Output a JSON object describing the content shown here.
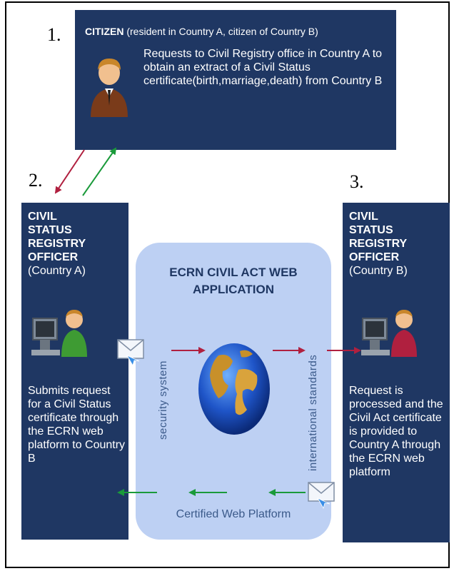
{
  "step_numbers": [
    "1.",
    "2.",
    "3."
  ],
  "citizen": {
    "title": "CITIZEN",
    "subtitle": "(resident in Country A, citizen of Country B)",
    "description": "Requests  to Civil Registry office in Country A to obtain an extract of a Civil Status certificate(birth,marriage,death) from Country B"
  },
  "officer_a": {
    "title_lines": [
      "CIVIL",
      "STATUS",
      "REGISTRY",
      "OFFICER"
    ],
    "country": "(Country A)",
    "description": "Submits request for a Civil Status certificate through the ECRN web platform to Country B"
  },
  "officer_b": {
    "title_lines": [
      "CIVIL",
      "STATUS",
      "REGISTRY",
      "OFFICER"
    ],
    "country": "(Country B)",
    "description": "Request is processed and the Civil Act certificate is provided to Country A through the ECRN web platform"
  },
  "application": {
    "title_line1": "ECRN CIVIL ACT WEB",
    "title_line2": "APPLICATION",
    "left_label": "security system",
    "right_label": "international  standards",
    "bottom_label": "Certified Web Platform"
  },
  "colors": {
    "box": "#1f3763",
    "cloud": "#bdd0f3",
    "request_arrow": "#b0203f",
    "response_arrow": "#1a9a3a"
  },
  "icons": [
    "person-icon",
    "computer-user-icon",
    "envelope-icon",
    "globe-icon"
  ]
}
